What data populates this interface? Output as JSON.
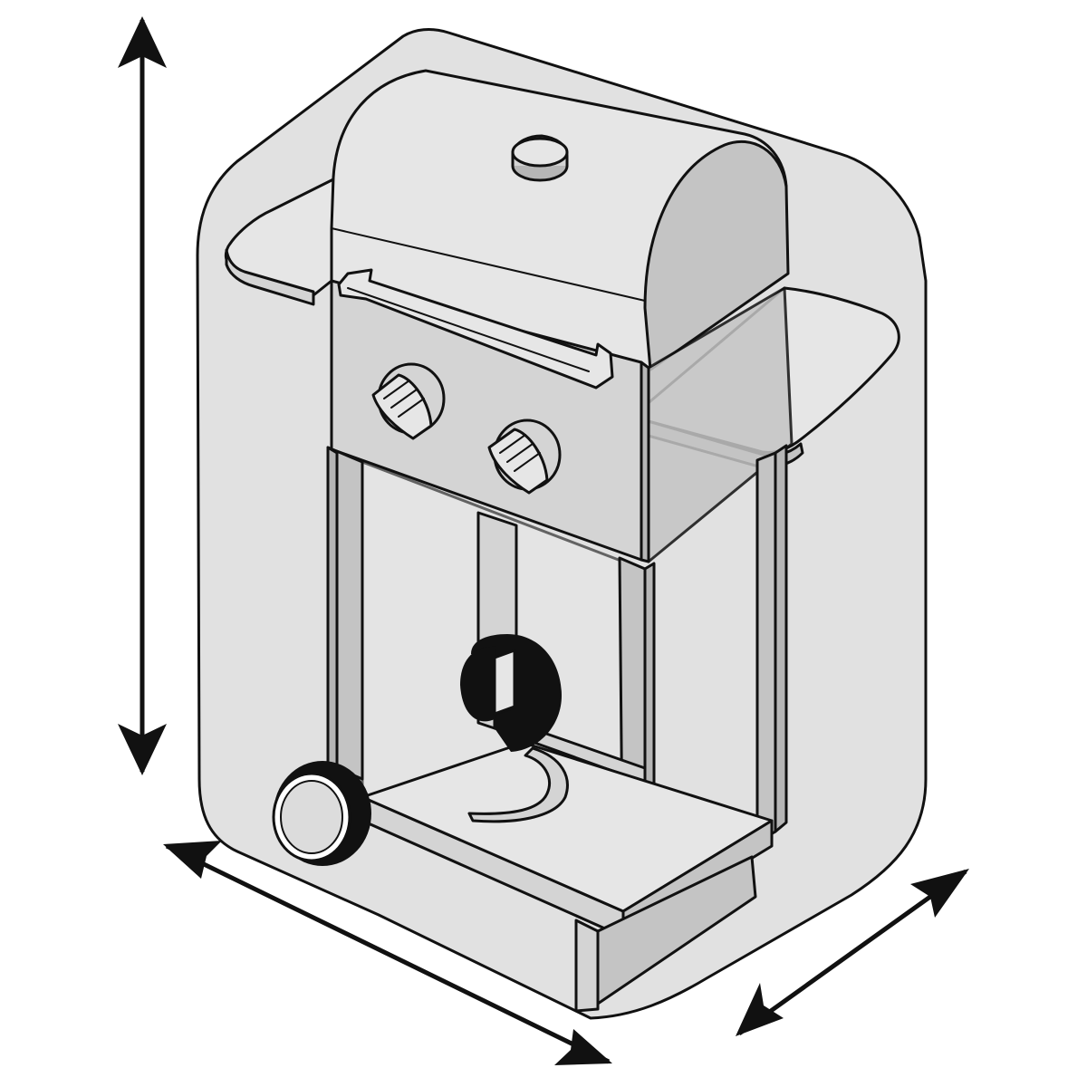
{
  "figure": {
    "subject": "grill-cover-dimensions",
    "colors": {
      "cover": "#dcdcdc",
      "grill_light": "#e8e8e8",
      "grill_mid": "#d0d0d0",
      "grill_dark": "#bdbdbd",
      "outline": "#111111",
      "wheel": "#111111",
      "background": "#ffffff"
    },
    "dimension_arrows": [
      "height",
      "width",
      "depth"
    ]
  }
}
